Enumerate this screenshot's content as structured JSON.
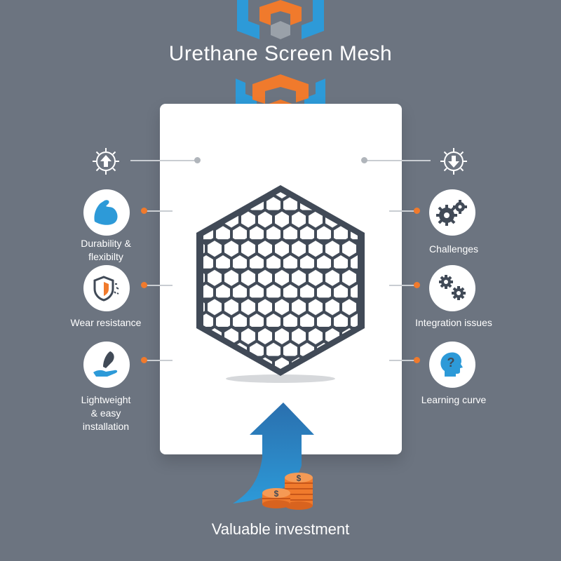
{
  "title": "Urethane Screen Mesh",
  "colors": {
    "background": "#6c7480",
    "accent_blue": "#2d9ad8",
    "accent_orange": "#f07a2c",
    "dark": "#414a57",
    "panel": "#ffffff"
  },
  "left_items": [
    {
      "label_lines": [
        "Durability &",
        "flexibilty"
      ],
      "icon": "flexed-arm-icon"
    },
    {
      "label_lines": [
        "Wear resistance"
      ],
      "icon": "shield-icon"
    },
    {
      "label_lines": [
        "Lightweight",
        "& easy",
        "installation"
      ],
      "icon": "feather-hand-icon"
    }
  ],
  "right_items": [
    {
      "label_lines": [
        "Challenges"
      ],
      "icon": "gears-icon"
    },
    {
      "label_lines": [
        "Integration issues"
      ],
      "icon": "connected-gears-icon"
    },
    {
      "label_lines": [
        "Learning curve"
      ],
      "icon": "head-question-icon"
    }
  ],
  "bottom_label": "Valuable investment"
}
